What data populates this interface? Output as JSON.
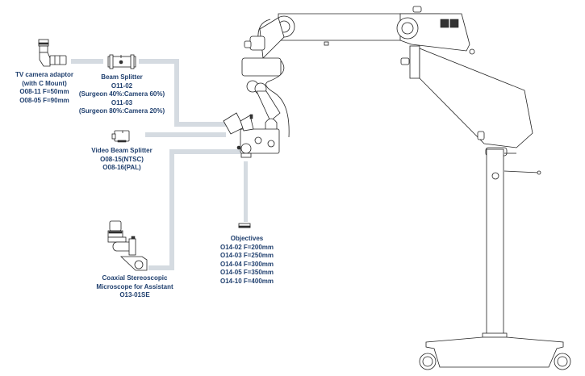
{
  "diagram": {
    "accent_text_color": "#1f3f6e",
    "connector_color": "#d5dbe1",
    "components": [
      {
        "id": "tv-camera-adaptor",
        "icon": "camera-adaptor-icon",
        "lines": [
          "TV camera adaptor",
          "(with C Mount)",
          "O08-11 F=50mm",
          "O08-05 F=90mm"
        ]
      },
      {
        "id": "beam-splitter",
        "icon": "beam-splitter-icon",
        "lines": [
          "Beam Splitter",
          "O11-02",
          "(Surgeon 40%:Camera 60%)",
          "O11-03",
          "(Surgeon 80%:Camera 20%)"
        ]
      },
      {
        "id": "video-beam-splitter",
        "icon": "video-beam-splitter-icon",
        "lines": [
          "Video Beam Splitter",
          "O08-15(NTSC)",
          "O08-16(PAL)"
        ]
      },
      {
        "id": "assistant-microscope",
        "icon": "assistant-microscope-icon",
        "lines": [
          "Coaxial Stereoscopic",
          "Microscope for Assistant",
          "O13-01SE"
        ]
      },
      {
        "id": "objectives",
        "icon": "objective-lens-icon",
        "lines": [
          "Objectives",
          "O14-02 F=200mm",
          "O14-03 F=250mm",
          "O14-04 F=300mm",
          "O14-05 F=350mm",
          "O14-10 F=400mm"
        ]
      }
    ],
    "main_unit": "surgical-microscope-floor-stand"
  }
}
